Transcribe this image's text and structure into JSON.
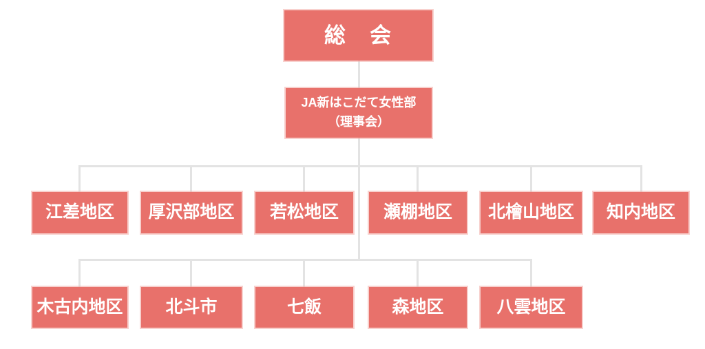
{
  "chart": {
    "type": "org-chart",
    "title_node": "総　会",
    "accent_color": "#e8716b",
    "connector_color": "#e3e3e3",
    "text_color": "#ffffff",
    "root": {
      "label": "総　会"
    },
    "secretariat": {
      "line1": "JA新はこだて女性部",
      "line2": "（理事会）"
    },
    "districts_row1": [
      "江差地区",
      "厚沢部地区",
      "若松地区",
      "瀬棚地区",
      "北檜山地区",
      "知内地区"
    ],
    "districts_row2": [
      "木古内地区",
      "北斗市",
      "七飯",
      "森地区",
      "八雲地区"
    ]
  }
}
